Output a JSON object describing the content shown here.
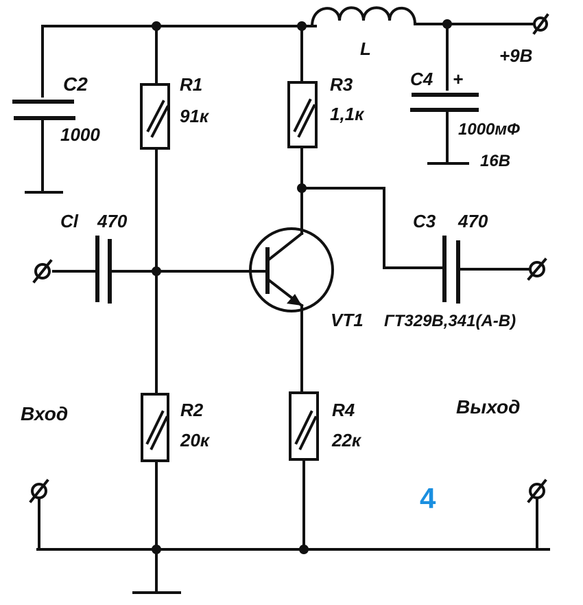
{
  "figure_number": "4",
  "colors": {
    "line": "#111111",
    "background": "#ffffff",
    "figure_number": "#1a8fe0"
  },
  "labels": {
    "c2_name": "C2",
    "c2_value": "1000",
    "r1_name": "R1",
    "r1_value": "91к",
    "r3_name": "R3",
    "r3_value": "1,1к",
    "l_name": "L",
    "supply": "+9В",
    "c4_name": "C4",
    "c4_plus": "+",
    "c4_value": "1000мФ",
    "c4_voltage": "16В",
    "c1_name": "Cl",
    "c1_value": "470",
    "c3_name": "C3",
    "c3_value": "470",
    "vt1_name": "VT1",
    "vt1_type": "ГТ329В,341(А-В)",
    "input": "Вход",
    "output": "Выход",
    "r2_name": "R2",
    "r2_value": "20к",
    "r4_name": "R4",
    "r4_value": "22к"
  }
}
